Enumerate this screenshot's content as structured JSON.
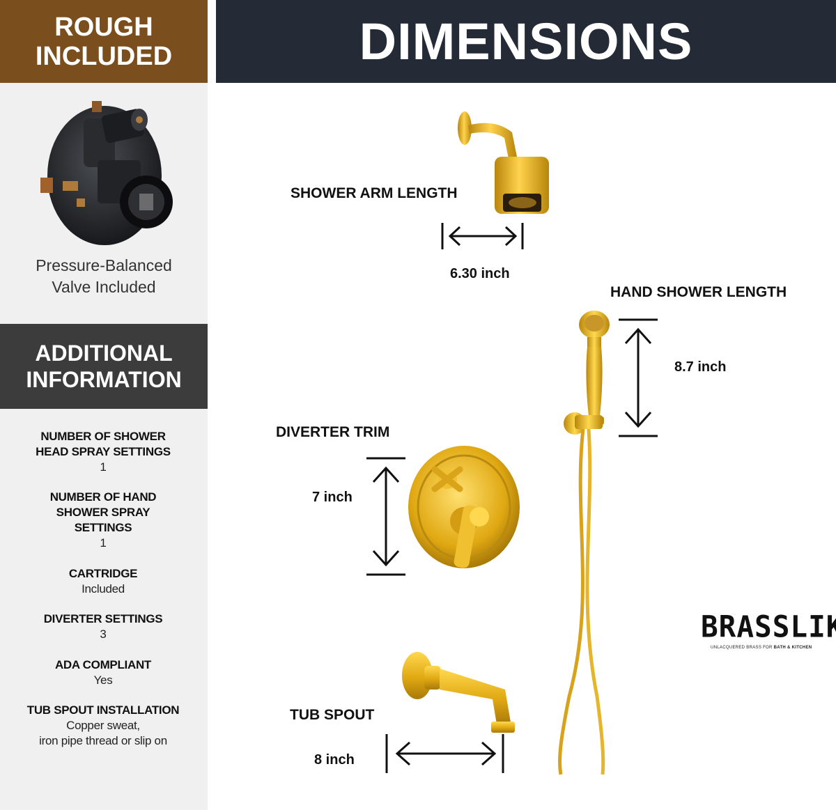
{
  "left_panel": {
    "rough_banner": "ROUGH\nINCLUDED",
    "valve_caption_line1": "Pressure-Balanced",
    "valve_caption_line2": "Valve Included",
    "additional_banner_line1": "ADDITIONAL",
    "additional_banner_line2": "INFORMATION",
    "info_items": [
      {
        "label_lines": [
          "NUMBER OF SHOWER",
          "HEAD SPRAY SETTINGS"
        ],
        "value_lines": [
          "1"
        ]
      },
      {
        "label_lines": [
          "NUMBER OF HAND",
          "SHOWER SPRAY",
          "SETTINGS"
        ],
        "value_lines": [
          "1"
        ]
      },
      {
        "label_lines": [
          "CARTRIDGE"
        ],
        "value_lines": [
          "Included"
        ]
      },
      {
        "label_lines": [
          "DIVERTER SETTINGS"
        ],
        "value_lines": [
          "3"
        ]
      },
      {
        "label_lines": [
          "ADA COMPLIANT"
        ],
        "value_lines": [
          "Yes"
        ]
      },
      {
        "label_lines": [
          "TUB SPOUT INSTALLATION"
        ],
        "value_lines": [
          "Copper sweat,",
          "iron pipe thread or slip on"
        ]
      }
    ]
  },
  "header": {
    "title": "DIMENSIONS"
  },
  "dimensions": {
    "shower_arm_label": "SHOWER ARM LENGTH",
    "shower_arm_value": "6.30 inch",
    "hand_shower_label": "HAND SHOWER LENGTH",
    "hand_shower_value": "8.7 inch",
    "diverter_label": "DIVERTER TRIM",
    "diverter_value": "7 inch",
    "tub_spout_label": "TUB SPOUT",
    "tub_spout_value": "8 inch"
  },
  "brand": {
    "name": "BRASSLIK",
    "tagline_plain": "UNLACQUERED BRASS FOR ",
    "tagline_bold": "BATH & KITCHEN"
  },
  "colors": {
    "rough_banner_bg": "#7b4e1e",
    "additional_banner_bg": "#3c3c3c",
    "header_bg": "#242a36",
    "brass_gold": "#e0a812"
  }
}
